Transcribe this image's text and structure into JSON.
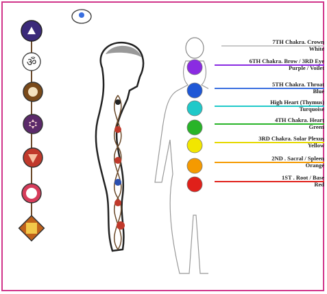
{
  "chakras": [
    {
      "title": "7TH Chakra. Crown",
      "subtitle": "White",
      "color": "#ffffff"
    },
    {
      "title": "6TH Chakra. Brow / 3RD Eye",
      "subtitle": "Purple / Voilet",
      "color": "#8a2be2"
    },
    {
      "title": "5TH Chakra. Throat",
      "subtitle": "Blue",
      "color": "#1f57d6"
    },
    {
      "title": "High Heart (Thymus)",
      "subtitle": "Turquoise",
      "color": "#1fc9c9"
    },
    {
      "title": "4TH Chakra. Heart",
      "subtitle": "Green",
      "color": "#28b428"
    },
    {
      "title": "3RD Chakra. Solar Plexus",
      "subtitle": "Yellow",
      "color": "#f2e600"
    },
    {
      "title": "2ND . Sacral / Spleen",
      "subtitle": "Orange",
      "color": "#f59a00"
    },
    {
      "title": "1ST . Root / Base",
      "subtitle": "Red",
      "color": "#e0201a"
    }
  ],
  "rule_colors": [
    "#c8c8c8",
    "#8a2be2",
    "#3a6fe0",
    "#1fc9c9",
    "#28b428",
    "#e6d800",
    "#f59a00",
    "#e0201a"
  ],
  "frame_color": "#d0358a"
}
